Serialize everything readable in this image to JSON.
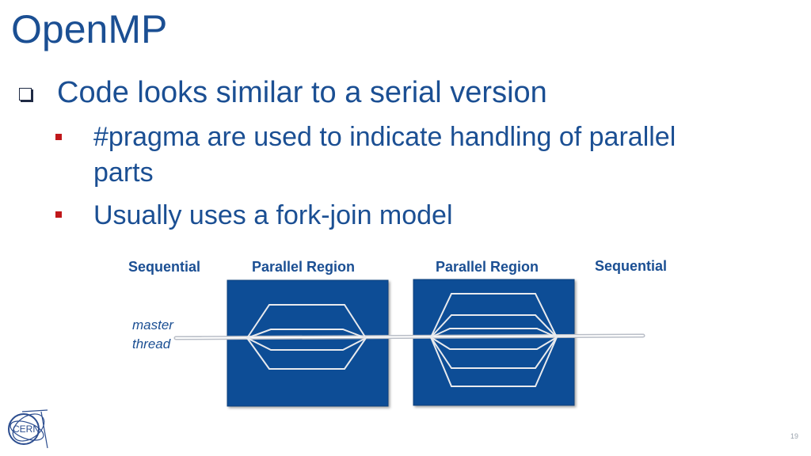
{
  "slide": {
    "title": "OpenMP",
    "bullet_main": "Code looks similar to a serial version",
    "sub_bullets": [
      "#pragma are used to indicate handling of parallel parts",
      "Usually uses a fork-join model"
    ],
    "page_number": "19"
  },
  "diagram": {
    "labels": {
      "sequential_left": "Sequential",
      "parallel_region_1": "Parallel Region",
      "parallel_region_2": "Parallel Region",
      "sequential_right": "Sequential"
    },
    "master_label_line1": "master",
    "master_label_line2": "thread"
  },
  "logo": {
    "text": "CERN"
  },
  "colors": {
    "title": "#1b4f93",
    "bullet_marker": "#c0171a",
    "region_fill": "#0d4d96"
  }
}
